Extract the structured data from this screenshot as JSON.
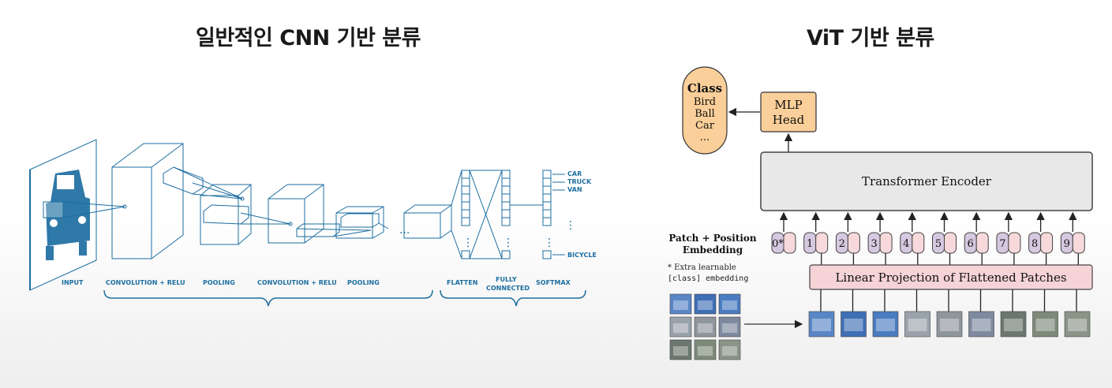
{
  "titles": {
    "left": "일반적인 CNN 기반 분류",
    "right": "ViT 기반 분류"
  },
  "cnn": {
    "stage_labels": [
      "INPUT",
      "CONVOLUTION + RELU",
      "POOLING",
      "CONVOLUTION + RELU",
      "POOLING",
      "FLATTEN",
      "FULLY",
      "CONNECTED",
      "SOFTMAX"
    ],
    "output_classes": [
      "CAR",
      "TRUCK",
      "VAN",
      "BICYCLE"
    ],
    "ellipsis": "...",
    "vertical_dots": "⋮",
    "colors": {
      "accent": "#1d6ea0",
      "car": "#2f79a8"
    }
  },
  "vit": {
    "class_box": {
      "title": "Class",
      "items": [
        "Bird",
        "Ball",
        "Car",
        "..."
      ]
    },
    "mlp_head": [
      "MLP",
      "Head"
    ],
    "transformer_encoder": "Transformer Encoder",
    "patch_position_embedding": [
      "Patch + Position",
      "Embedding"
    ],
    "extra_note": [
      "* Extra learnable",
      "[class] embedding"
    ],
    "linear_projection": "Linear Projection of Flattened Patches",
    "position_ids": [
      "0*",
      "1",
      "2",
      "3",
      "4",
      "5",
      "6",
      "7",
      "8",
      "9"
    ],
    "colors": {
      "class_box": "#fbcf99",
      "mlp_head": "#fbcf99",
      "encoder": "#e8e8e8",
      "projection": "#f5d3d7",
      "token_purple": "#d6c8e0",
      "token_pink": "#f7d9dc"
    }
  }
}
